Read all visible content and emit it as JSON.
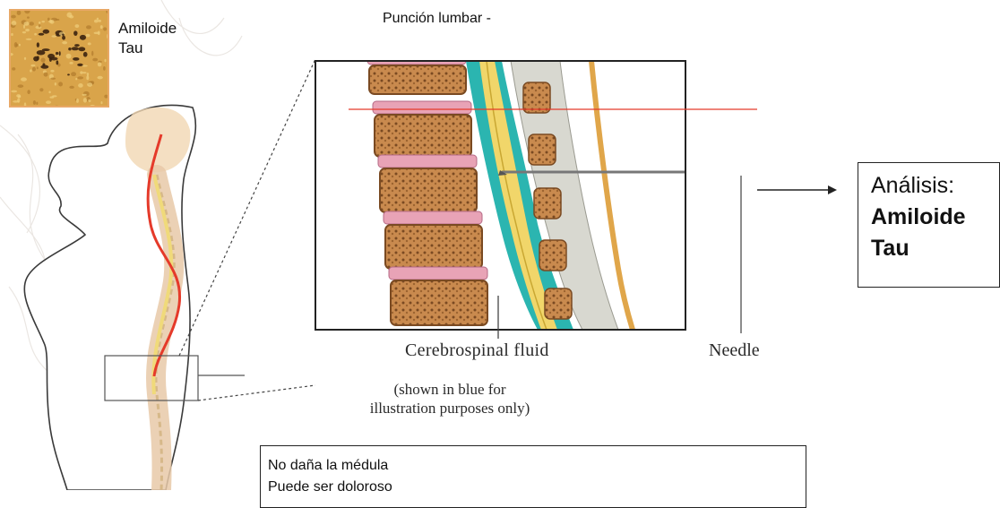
{
  "slide": {
    "title": "Punción lumbar -",
    "micrograph": {
      "labels": [
        "Amiloide",
        "Tau"
      ]
    },
    "figure": {
      "csf_label": "Cerebrospinal fluid",
      "needle_label": "Needle",
      "note_lines": [
        "(shown in blue for",
        "illustration purposes only)"
      ]
    },
    "analysis": {
      "heading": "Análisis:",
      "items": [
        "Amiloide",
        "Tau"
      ]
    },
    "notes": {
      "lines": [
        "No daña la médula",
        "Puede ser doloroso"
      ]
    }
  },
  "colors": {
    "skin": "#e9c89a",
    "bone": "#c97f3f",
    "disc": "#e8a3b6",
    "csf": "#2bb5b0",
    "cord": "#f1d66a",
    "line_red": "#e53a2a",
    "micro_bg": "#d9a44a"
  }
}
